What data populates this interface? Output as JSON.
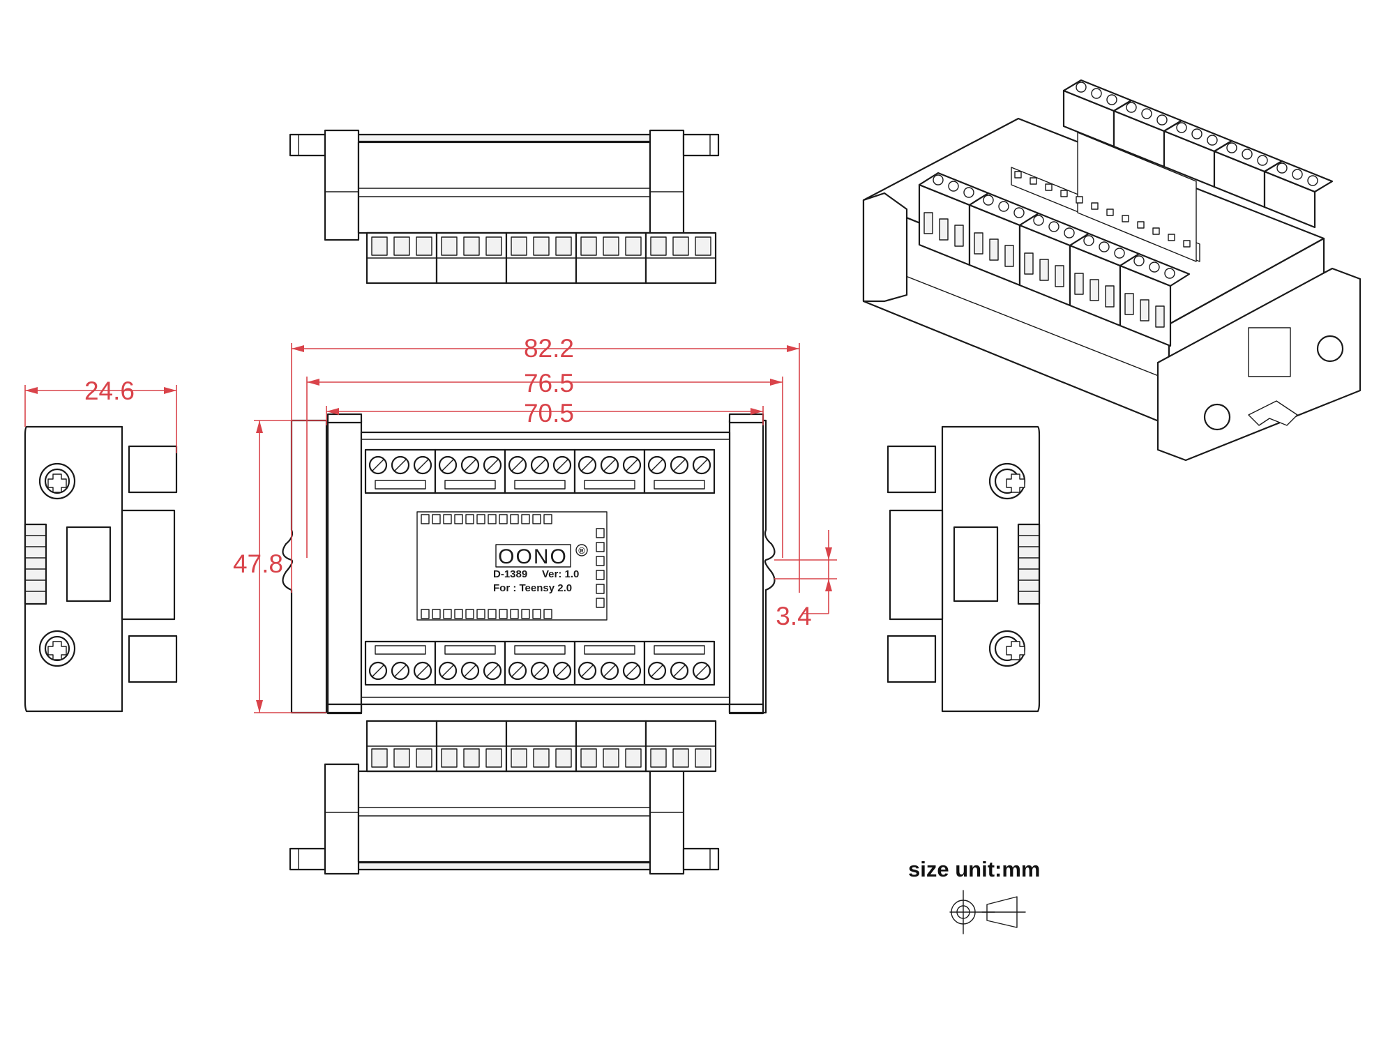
{
  "dimensions": {
    "overall_width": "82.2",
    "inner_width": "76.5",
    "rail_width": "70.5",
    "height": "47.8",
    "depth": "24.6",
    "slot_gap": "3.4"
  },
  "board": {
    "logo_text": "OONO",
    "registered_mark": "®",
    "model": "D-1389",
    "version": "Ver: 1.0",
    "target": "For : Teensy 2.0"
  },
  "notes": {
    "size_unit": "size unit:mm"
  },
  "colors": {
    "dimension_red": "#d9434a",
    "line_black": "#1a1a1a"
  }
}
